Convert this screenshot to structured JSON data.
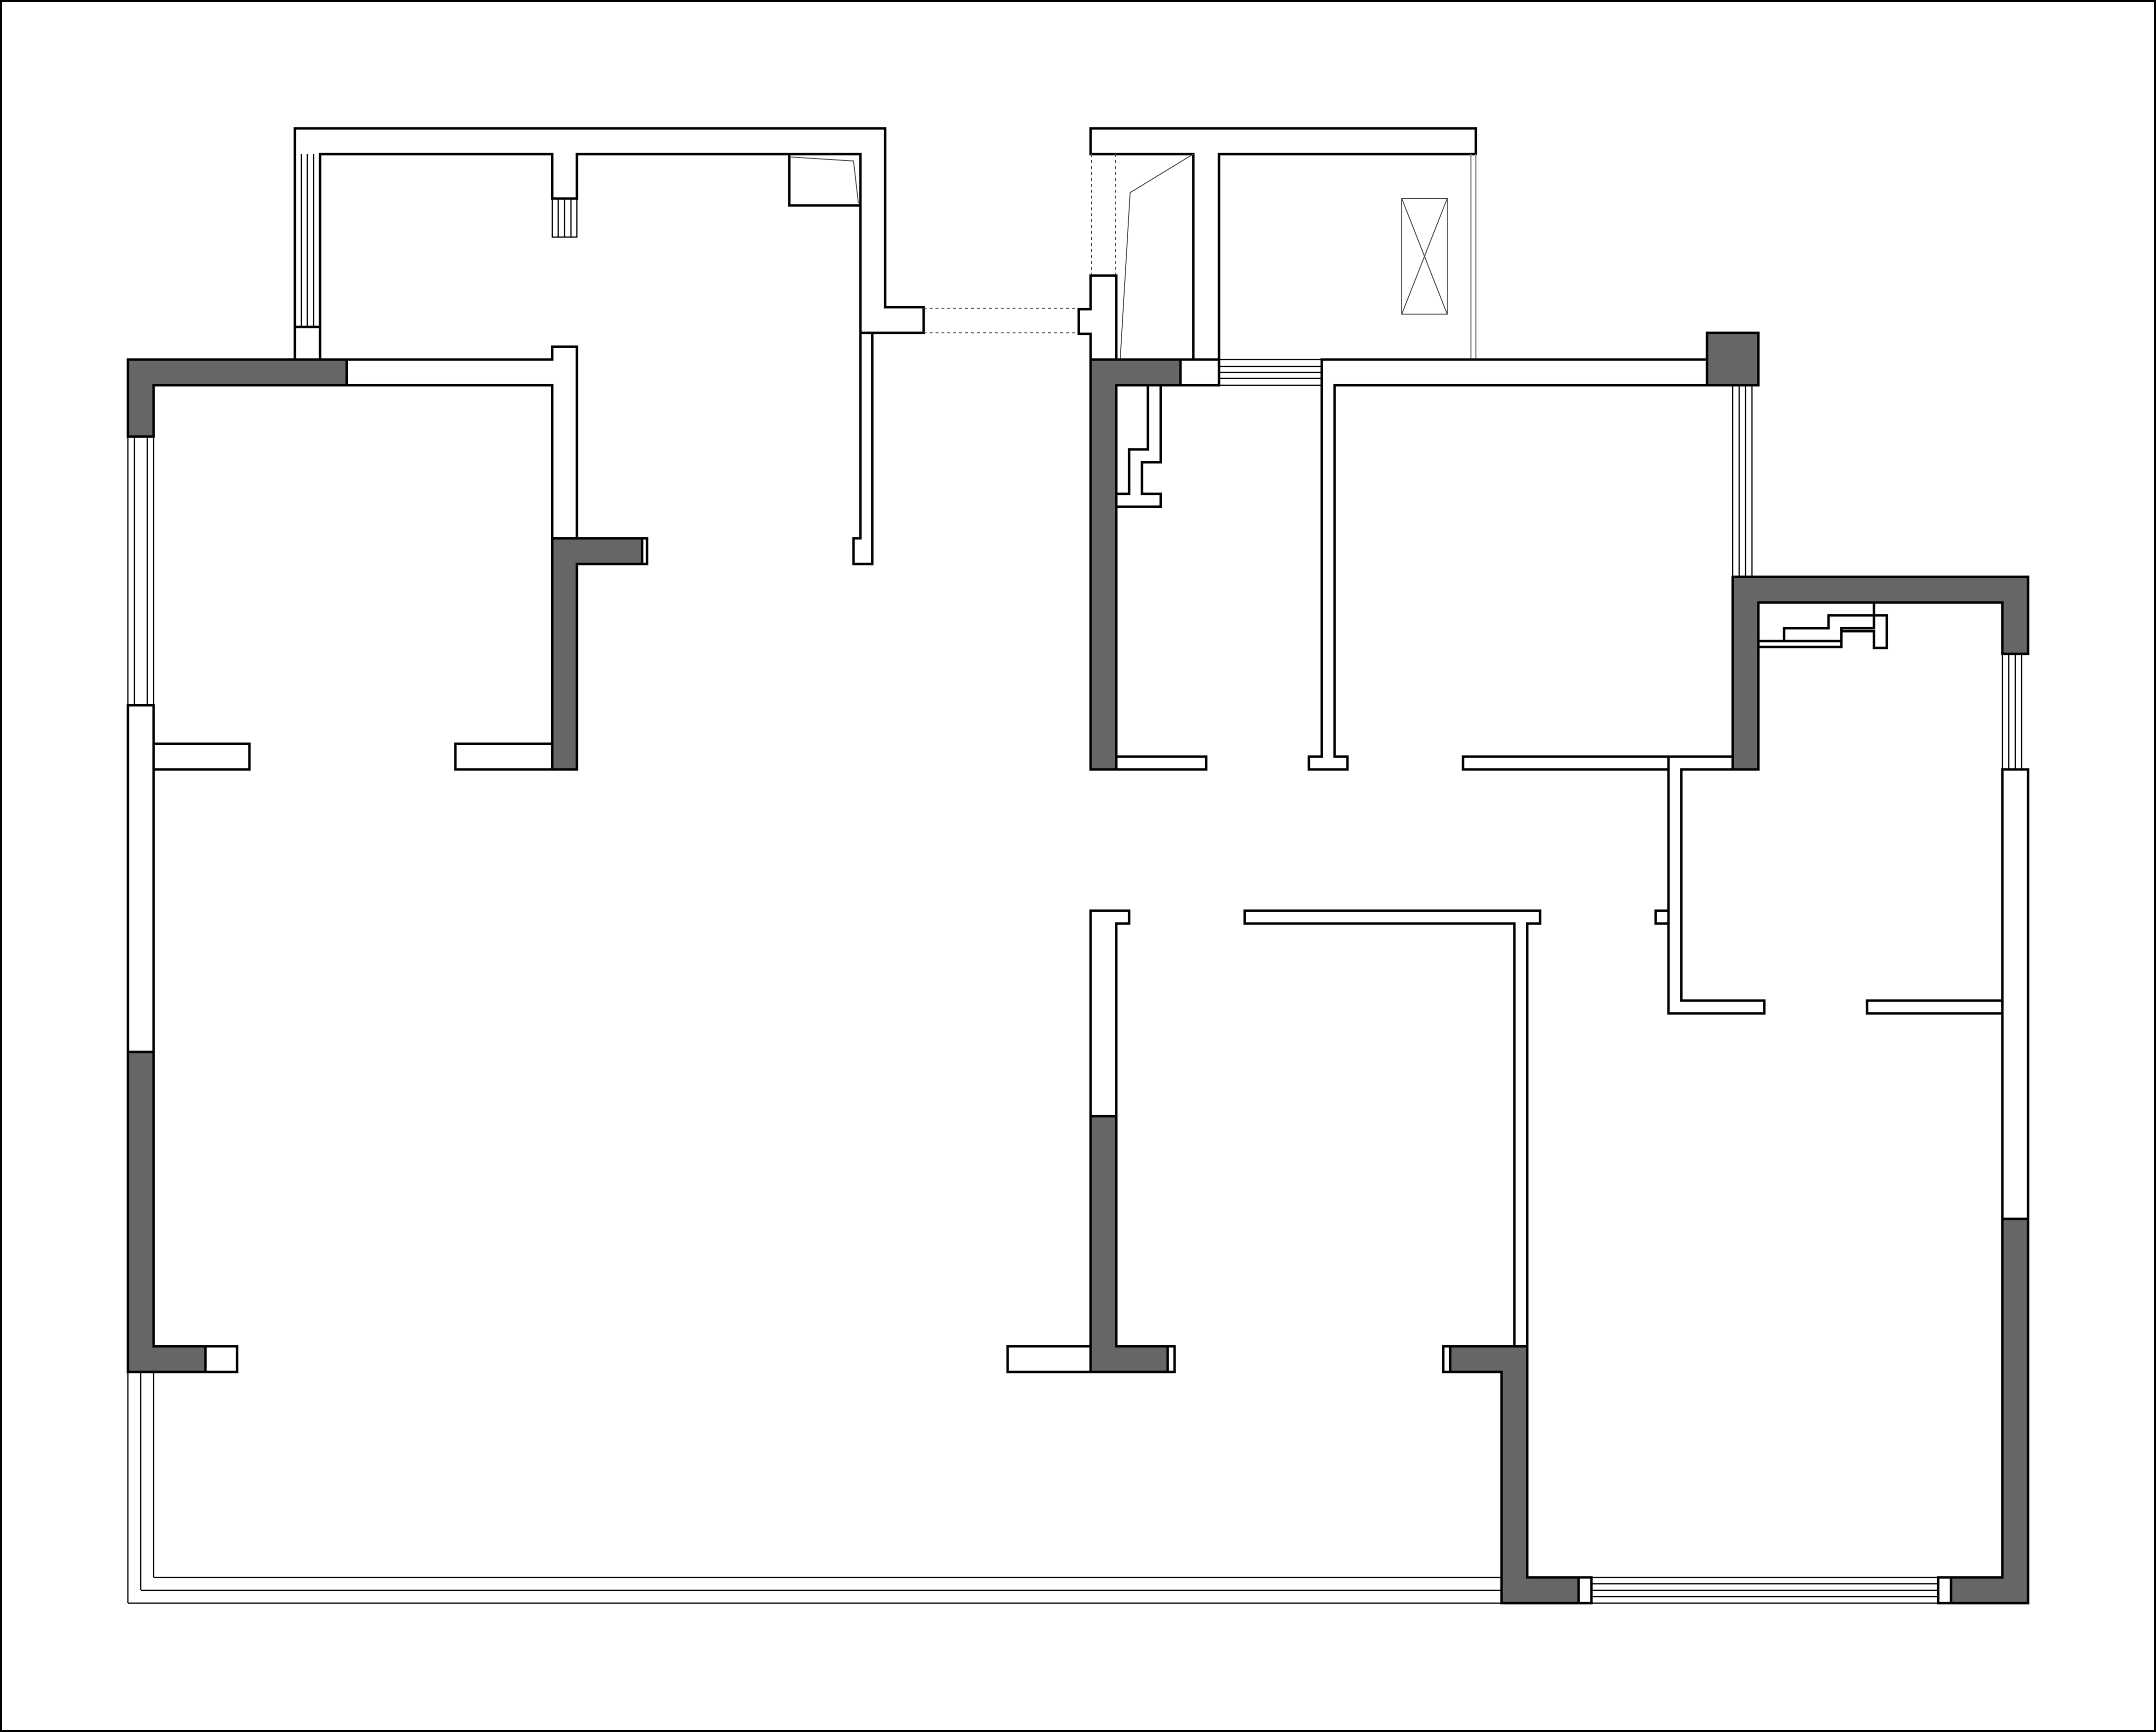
{
  "drawing": {
    "kind": "floor-plan",
    "text_labels": [],
    "legend": {
      "structural_wall_color": "#666666",
      "partition_wall_color": "#ffffff",
      "line_color": "#000000",
      "background_color": "#ffffff"
    },
    "components": [
      "outer-frame",
      "balcony-left",
      "balcony-right",
      "living-dining-area",
      "bedroom-top-left",
      "kitchen",
      "bedroom-top-right",
      "bedroom-bottom-middle",
      "master-bedroom",
      "bathroom",
      "windows",
      "sliding-doors"
    ]
  }
}
